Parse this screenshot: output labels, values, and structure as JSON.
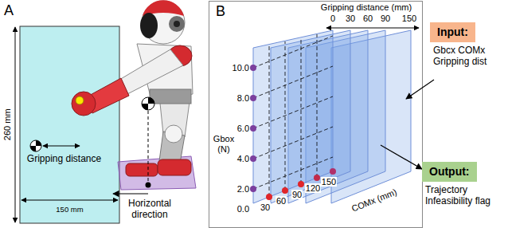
{
  "diagram": {
    "nodes": [
      {
        "text": [
          "Gripping distance",
          "150 mm"
        ]
      },
      {
        "text": [
          "Input:",
          "Gbcx COMx Gripping dist"
        ]
      },
      {
        "text": [
          "Output:",
          "Trajectory Infeasibility flag"
        ]
      }
    ],
    "labels": [
      "A",
      "260 mm",
      "Horizontal direction",
      "B",
      "Gripping distance (mm)",
      "0",
      "30",
      "60",
      "90",
      "150",
      "10.0",
      "8.0",
      "6.0",
      "4.0",
      "2.0",
      "Gbox (N)",
      "0.0",
      "30",
      "60",
      "90",
      "120",
      "150",
      "COMx (mm)"
    ]
  }
}
